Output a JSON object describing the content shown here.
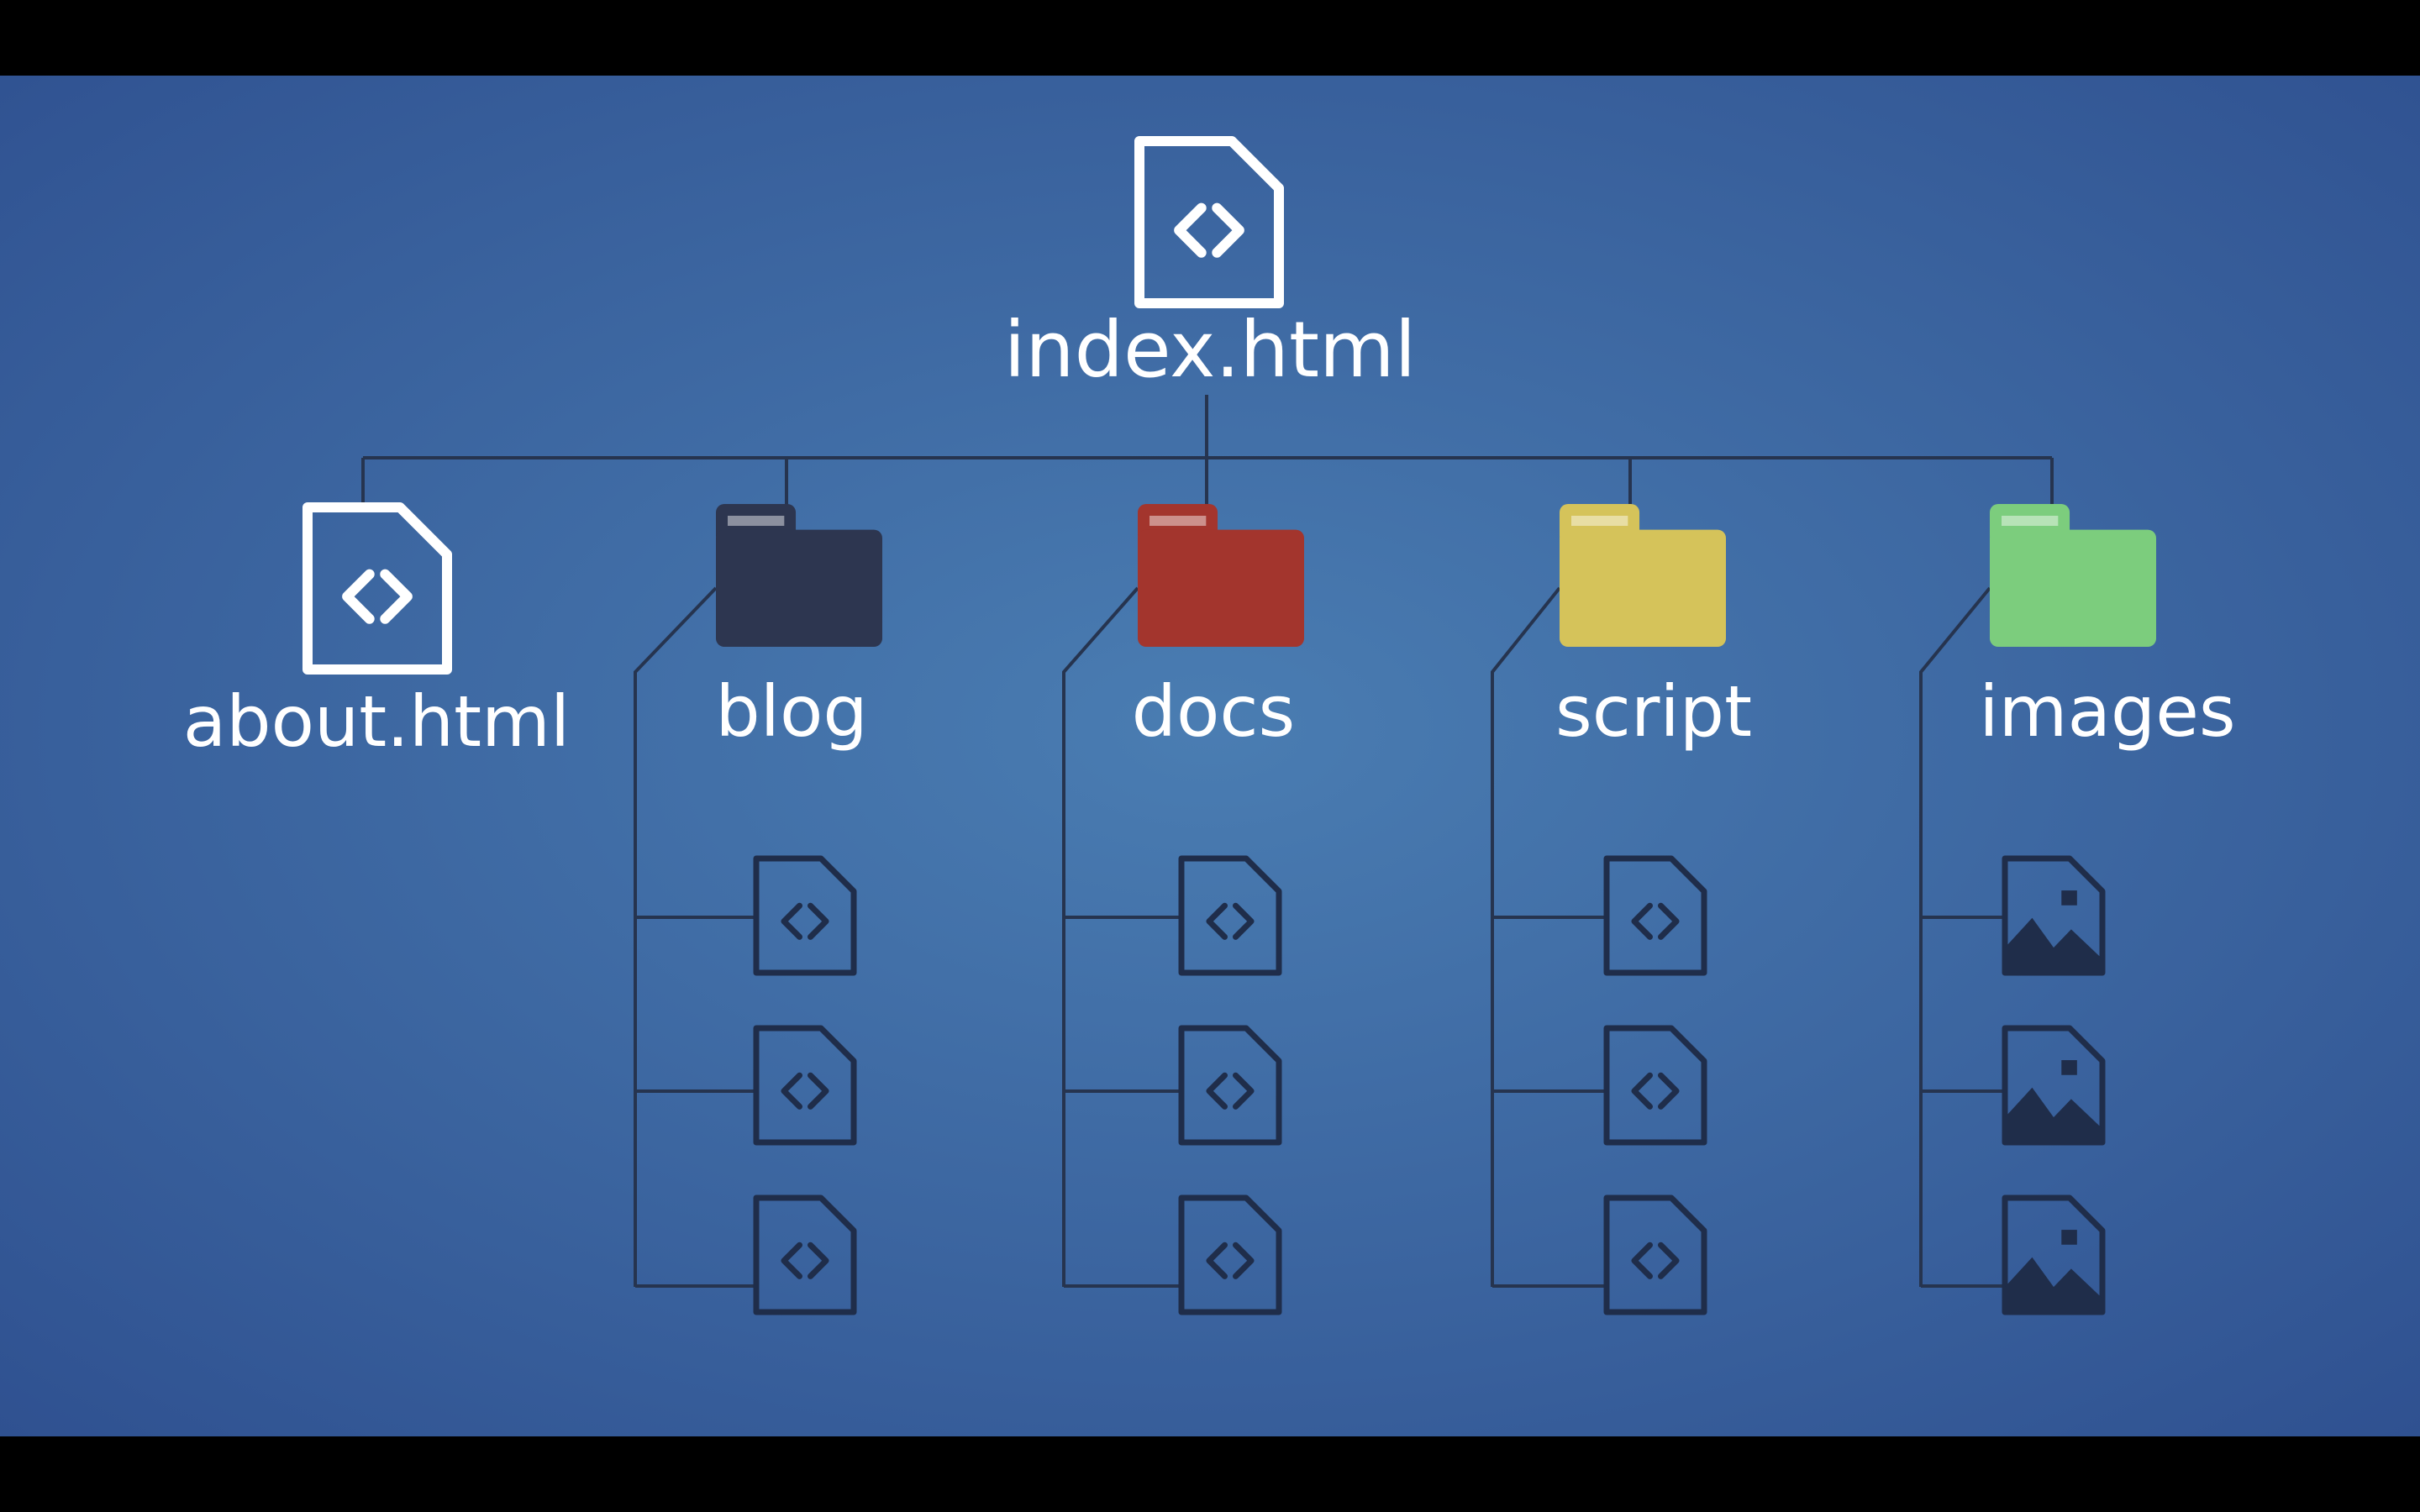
{
  "colors": {
    "background_center": "#4a7db2",
    "background_edge": "#2e4f8f",
    "letterbox": "#000000",
    "line": "#26344f",
    "file_icon_dark": "#1f2d4a",
    "white": "#ffffff"
  },
  "root": {
    "label": "index.html",
    "icon": "html-file-icon"
  },
  "items": [
    {
      "kind": "file",
      "label": "about.html",
      "icon": "html-file-icon"
    },
    {
      "kind": "folder",
      "label": "blog",
      "color": "#2d3650",
      "child_icon": "html-file-icon",
      "child_count": 3
    },
    {
      "kind": "folder",
      "label": "docs",
      "color": "#a3352d",
      "child_icon": "html-file-icon",
      "child_count": 3
    },
    {
      "kind": "folder",
      "label": "script",
      "color": "#d5c35a",
      "child_icon": "html-file-icon",
      "child_count": 3
    },
    {
      "kind": "folder",
      "label": "images",
      "color": "#7ccd7d",
      "child_icon": "image-file-icon",
      "child_count": 3
    }
  ]
}
